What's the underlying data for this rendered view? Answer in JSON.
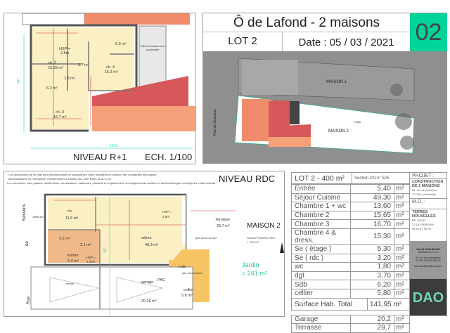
{
  "upper": {
    "level": "NIVEAU  R+1",
    "scale": "ECH. 1/100",
    "rooms": [
      {
        "name": "ch. 2",
        "area": "15.65 m²"
      },
      {
        "name": "",
        "area": "5.3 m²"
      },
      {
        "name": "HSP =",
        "area": "2.5m"
      },
      {
        "name": "",
        "area": "3.7 m²"
      },
      {
        "name": "ch. 4",
        "area": "15.3 m²"
      },
      {
        "name": "",
        "area": "1.8 m²"
      },
      {
        "name": "",
        "area": "6.2 m²"
      },
      {
        "name": "ch. 3",
        "area": "16.7 m²"
      }
    ],
    "roof_note": "Toiture terrasse non accessible",
    "dim_total": "1518",
    "dim_height": "987"
  },
  "title": {
    "project": "Ô de Lafond - 2 maisons",
    "lot": "LOT 2",
    "date": "Date : 05 / 03 / 2021",
    "sheet": "02",
    "sheet_color": "#00d49a"
  },
  "site": {
    "house1": "MAISON 1",
    "house2": "MAISON 2",
    "street": "Rue de Soissons",
    "patio": "Patio"
  },
  "ground": {
    "disclaimer_1": "\" Les dimensions de ce plan sont prévisionnelles et susceptibles d'être modifiées en fonction des contraintes techniques,",
    "disclaimer_2": "administratives ou normatives, conformément à l'article L61-15er R261-25 du CCH.",
    "disclaimer_3": "Les retombées, faux plafond, distributions, canalisations, radiateurs, placards et emplacement des équipements mobilier et électroménagers sont figurés à titre indicatif. \"",
    "level": "NIVEAU   RDC",
    "house": "MAISON  2",
    "surface_note_1": "Surface Plancher RDC",
    "surface_note_2": "= 78.9 m²",
    "garden_1": "Jardin",
    "garden_2": "= 241 m²",
    "street_1": "Soissons",
    "street_2": "de",
    "street_3": "Rue",
    "rooms": {
      "ch": "ch.",
      "ch_area": "11,5 m²",
      "jardin": "Jardin sec",
      "hsp1": "HSP =",
      "hsp1v": "2.5m",
      "sejour": "séjour",
      "sejour_area": "49,3 m²",
      "terrasse": "Terrasse",
      "terrasse_area": "29.7 m²",
      "gres": "grès céram sur plot",
      "se": "3.2 m²",
      "wc": "2.1 m²",
      "entree": "entrée",
      "entree_area": "5.4 m²",
      "hsp2": "HSP =",
      "hsp2v": "2.35m",
      "cuis": "cuis.",
      "plaf": "plaf. sous rampant",
      "cellier": "cellier",
      "cellier_area": "5.8 m²",
      "garage": "garage",
      "pac": "PAC",
      "garage_area": "20.26 m²",
      "envise": "envise",
      "dim": "987"
    }
  },
  "areas": {
    "header": "LOT 2 - 400 m²",
    "section": "Section CN n° 525",
    "rows": [
      {
        "label": "Entrée",
        "value": "5,40",
        "unit": "m²"
      },
      {
        "label": "Séjour Cuisine",
        "value": "49,30",
        "unit": "m²"
      },
      {
        "label": "Chambre 1 + wc",
        "value": "13,60",
        "unit": "m²"
      },
      {
        "label": "Chambre 2",
        "value": "15,65",
        "unit": "m²"
      },
      {
        "label": "Chambre 3",
        "value": "16,70",
        "unit": "m²"
      },
      {
        "label": "Chambre 4 & dress.",
        "value": "15,30",
        "unit": "m²"
      },
      {
        "label": "Se ( étage )",
        "value": "5,30",
        "unit": "m²"
      },
      {
        "label": "Se ( rdc )",
        "value": "3,20",
        "unit": "m²"
      },
      {
        "label": "wc",
        "value": "1,80",
        "unit": "m²"
      },
      {
        "label": "dgt",
        "value": "3,70",
        "unit": "m²"
      },
      {
        "label": "Sdb",
        "value": "6,20",
        "unit": "m²"
      },
      {
        "label": "cellier",
        "value": "5,80",
        "unit": "m²"
      }
    ],
    "total_label": "Surface Hab. Total",
    "total_value": "141,95 m²",
    "extra": [
      {
        "label": "Garage",
        "value": "20,2",
        "unit": "m²"
      },
      {
        "label": "Terrasse",
        "value": "29,7",
        "unit": "m²"
      }
    ]
  },
  "project": {
    "label": "PROJET :",
    "name_1": "CONSTRUCTION",
    "name_2": "DE 2 MAISONS",
    "addr_1": "54, rue de Soissons",
    "addr_2": "17 000  La Rochelle",
    "mo_label": "M.O. :",
    "mo_1": "TERRES",
    "mo_2": "NOUVELLES",
    "mo_3": "BP. 200.83",
    "mo_4": "17 181  PERIGNY",
    "mo_5": "05 46 67 96 94",
    "arch_1": "David GUILBAUD",
    "arch_2": "Architecte  D.P.L.G.",
    "arch_3": "22, rue des Géraniums",
    "arch_4": "17 000 LA ROCHELLE",
    "arch_5": "dao.architecte@orange.fr",
    "logo": "DAO"
  }
}
